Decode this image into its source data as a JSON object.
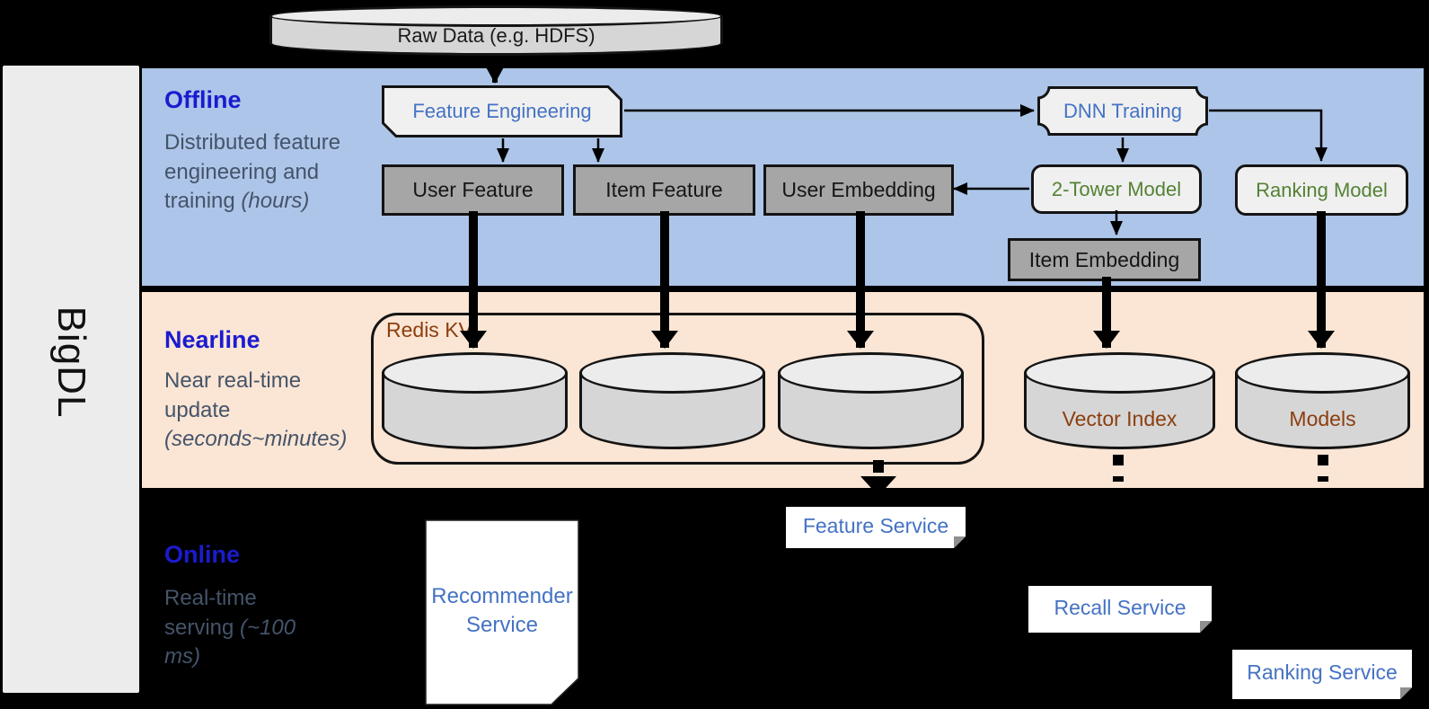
{
  "brand": {
    "label": "BigDL"
  },
  "raw_data": {
    "label": "Raw Data (e.g. HDFS)"
  },
  "bands": {
    "offline": {
      "title": "Offline",
      "subtitle": "Distributed feature engineering and training",
      "subtitle_italic": "(hours)"
    },
    "nearline": {
      "title": "Nearline",
      "subtitle": "Near real-time update",
      "subtitle_italic": "(seconds~minutes)"
    },
    "online": {
      "title": "Online",
      "subtitle": "Real-time serving",
      "subtitle_italic": "(~100 ms)"
    }
  },
  "offline_nodes": {
    "feature_engineering": "Feature Engineering",
    "dnn_training": "DNN Training",
    "user_feature": "User Feature",
    "item_feature": "Item Feature",
    "user_embedding": "User Embedding",
    "two_tower_model": "2-Tower Model",
    "ranking_model": "Ranking Model",
    "item_embedding": "Item Embedding"
  },
  "nearline_nodes": {
    "redis_kv": "Redis KV",
    "vector_index": "Vector Index",
    "models": "Models"
  },
  "online_nodes": {
    "recommender_service": "Recommender Service",
    "feature_service": "Feature Service",
    "recall_service": "Recall Service",
    "ranking_service": "Ranking Service"
  },
  "colors": {
    "background": "#000000",
    "brand_bar": "#ececec",
    "offline_band": "#adc5e8",
    "nearline_band": "#fbe5d4",
    "section_title": "#1b1bd0",
    "section_subtitle": "#44546a",
    "process_text": "#4472c4",
    "model_text": "#548235",
    "storage_text": "#8c3e0f",
    "data_box_fill": "#a6a6a6",
    "shape_fill": "#f0f0f0",
    "cylinder_fill": "#d6d6d6"
  }
}
